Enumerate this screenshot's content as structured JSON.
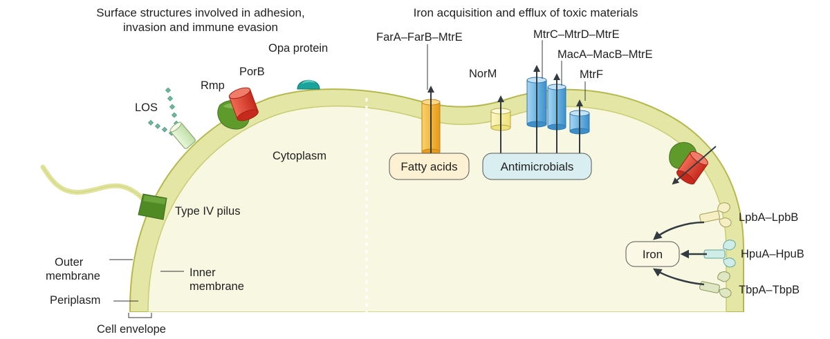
{
  "headings": {
    "left_line1": "Surface structures involved in adhesion,",
    "left_line2": "invasion and immune evasion",
    "right": "Iron acquisition and efflux of toxic materials"
  },
  "labels": {
    "opa": "Opa protein",
    "rmp": "Rmp",
    "porb": "PorB",
    "los": "LOS",
    "cytoplasm": "Cytoplasm",
    "type4": "Type IV pilus",
    "outer_line1": "Outer",
    "outer_line2": "membrane",
    "inner_line1": "Inner",
    "inner_line2": "membrane",
    "periplasm": "Periplasm",
    "envelope": "Cell envelope",
    "farab": "FarA–FarB–MtrE",
    "norm": "NorM",
    "mtrcde": "MtrC–MtrD–MtrE",
    "macab": "MacA–MacB–MtrE",
    "mtrf": "MtrF",
    "lpb": "LpbA–LpbB",
    "hpu": "HpuA–HpuB",
    "tbp": "TbpA–TbpB"
  },
  "boxes": {
    "fatty": "Fatty acids",
    "anti": "Antimicrobials",
    "iron": "Iron"
  },
  "colors": {
    "envelope_fill": "#e4e6a6",
    "envelope_edge": "#b5b84a",
    "cytoplasm_fill": "#f7f7e2",
    "porb_red": "#d93a2b",
    "rmp_green": "#5f9a2c",
    "opa_teal": "#1aa39a",
    "pilus_green": "#4f8a25",
    "los_green": "#6fb79d",
    "fatty_orange": "#f3b73b",
    "efflux_blue": "#5aa9dd",
    "norm_yellow": "#f4ec8c",
    "box_fatty": "#fcf1d2",
    "box_anti": "#d9eef0",
    "box_iron": "#fbf8e6",
    "arrow": "#333a40"
  }
}
